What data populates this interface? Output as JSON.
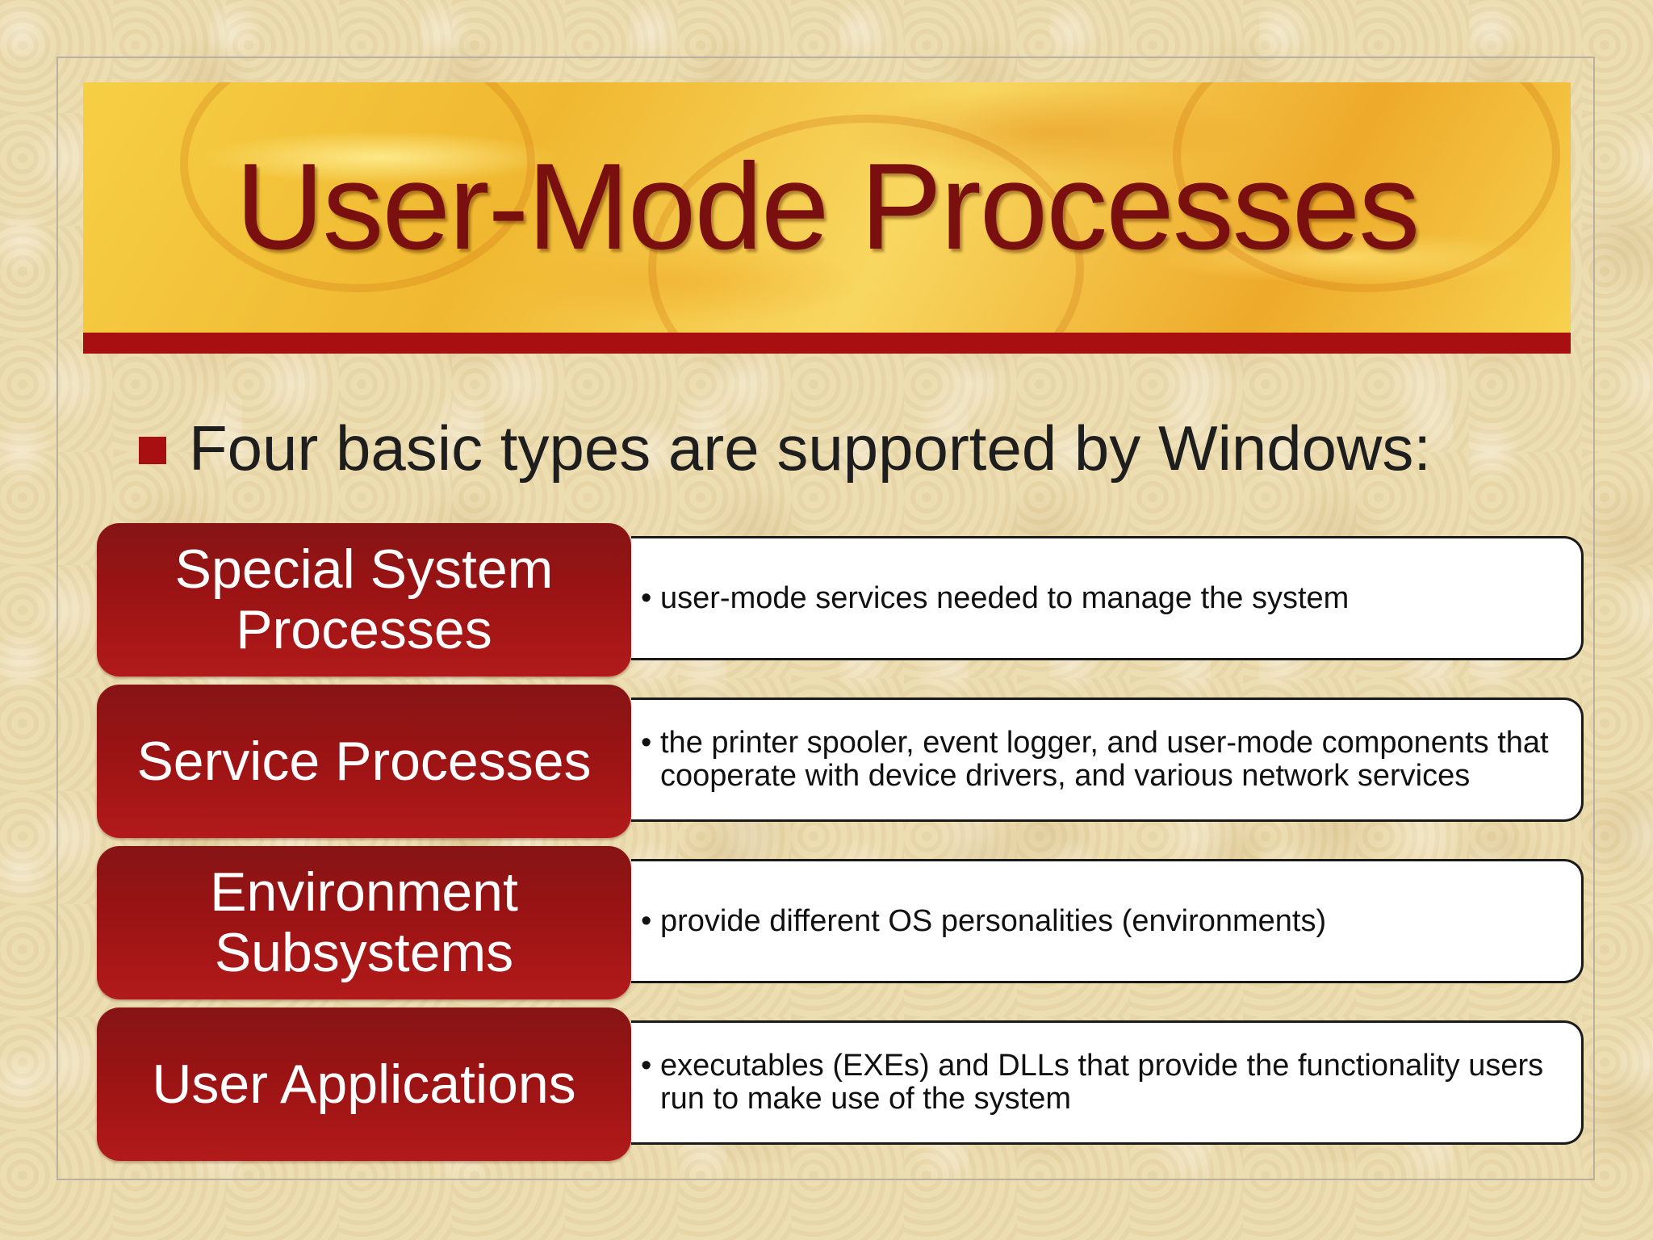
{
  "slide": {
    "title": "User-Mode Processes",
    "bullet": "Four basic types are supported by Windows:",
    "rows": [
      {
        "label": "Special System Processes",
        "label_lines": [
          "Special System",
          "Processes"
        ],
        "description": "user-mode services needed to manage the system"
      },
      {
        "label": "Service Processes",
        "label_lines": [
          "Service Processes"
        ],
        "description": "the printer spooler, event logger, and user-mode components that cooperate with device drivers, and various network services"
      },
      {
        "label": "Environment Subsystems",
        "label_lines": [
          "Environment",
          "Subsystems"
        ],
        "description": "provide different OS personalities (environments)"
      },
      {
        "label": "User Applications",
        "label_lines": [
          "User Applications"
        ],
        "description": "executables (EXEs) and DLLs that provide the functionality users run to make use of the system"
      }
    ]
  },
  "colors": {
    "title_text": "#7a0f0f",
    "accent_red": "#a80f10",
    "banner_gold": "#f0b830",
    "background": "#ecdcb0"
  }
}
